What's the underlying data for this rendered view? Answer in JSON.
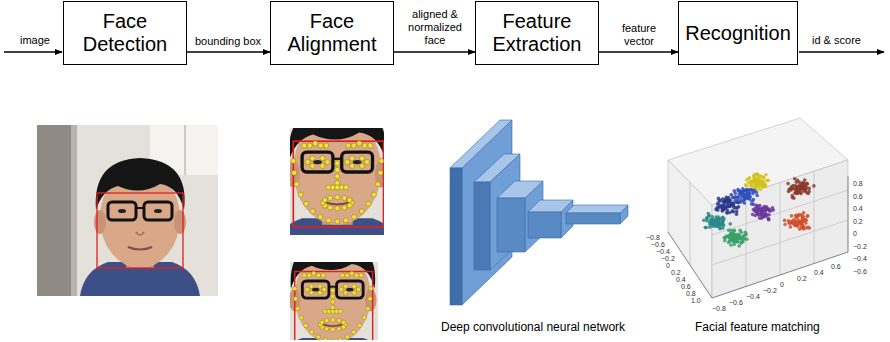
{
  "diagram": {
    "nodes": [
      {
        "text": [
          "Face Detection"
        ]
      },
      {
        "text": [
          "Face Alignment"
        ]
      },
      {
        "text": [
          "Feature Extraction"
        ]
      },
      {
        "text": [
          "Recognition"
        ]
      }
    ],
    "edges": [
      {
        "from": 0,
        "to": 1,
        "label": "bounding box",
        "arrow": "to"
      },
      {
        "from": 1,
        "to": 2,
        "label": "aligned & normalized face",
        "arrow": "to"
      },
      {
        "from": 2,
        "to": 3,
        "label": "feature vector",
        "arrow": "to"
      }
    ],
    "labels": [
      "image",
      "id & score",
      "Deep convolutional neural network",
      "Facial feature matching",
      "0.8",
      "0.6",
      "0.4",
      "0.2",
      "0",
      "−0.2",
      "−0.4",
      "−0.6",
      "−0.8",
      "−0.6",
      "−0.4",
      "−0.2",
      "0",
      "0.2",
      "0.4",
      "0.6",
      "0.8",
      "1.0",
      "−0.8",
      "−0.6",
      "−0.4",
      "−0.2",
      "0",
      "0.2",
      "0.4",
      "0.6"
    ]
  }
}
